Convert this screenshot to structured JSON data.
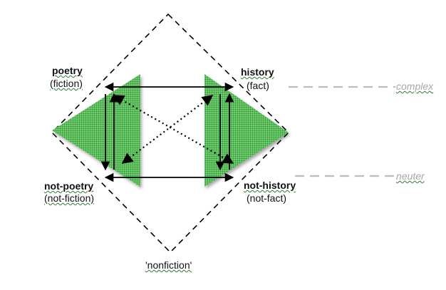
{
  "labels": {
    "poetry": "poetry",
    "fiction": "(fiction)",
    "history": "history",
    "fact": "(fact)",
    "not_poetry": "not-poetry",
    "not_fiction": "(not-fiction)",
    "not_history": "not-history",
    "not_fact": "(not-fact)",
    "nonfiction": "'nonfiction'",
    "complex": "complex",
    "neuter": "neuter"
  },
  "colors": {
    "hatch_fill": "#5cbf5c",
    "hatch_line": "#1f7a1f",
    "line": "#000000",
    "guide": "#bdbdbd"
  }
}
